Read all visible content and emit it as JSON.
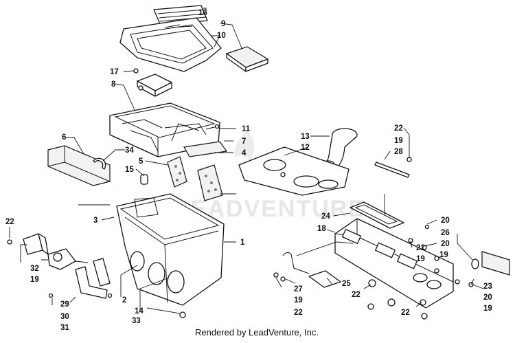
{
  "diagram": {
    "credit": "Rendered by LeadVenture, Inc.",
    "watermark": "LEADVENTURE"
  },
  "labels": {
    "l16": "16",
    "l9": "9",
    "l10": "10",
    "l17": "17",
    "l8": "8",
    "l11": "11",
    "l7": "7",
    "l4": "4",
    "l6": "6",
    "l34": "34",
    "l5": "5",
    "l15": "15",
    "l13": "13",
    "l12": "12",
    "l22a": "22",
    "l19a": "19",
    "l28": "28",
    "l3": "3",
    "l1": "1",
    "l22b": "22",
    "l32": "32",
    "l19b": "19",
    "l24": "24",
    "l18": "18",
    "l20a": "20",
    "l26": "26",
    "l20b": "20",
    "l21": "21",
    "l19c": "19",
    "l2": "2",
    "l29": "29",
    "l14": "14",
    "l30": "30",
    "l31": "31",
    "l33": "33",
    "l27": "27",
    "l25": "25",
    "l19d": "19",
    "l22c": "22",
    "l22d": "22",
    "l22e": "22",
    "l23": "23",
    "l20c": "20",
    "l19e": "19"
  }
}
